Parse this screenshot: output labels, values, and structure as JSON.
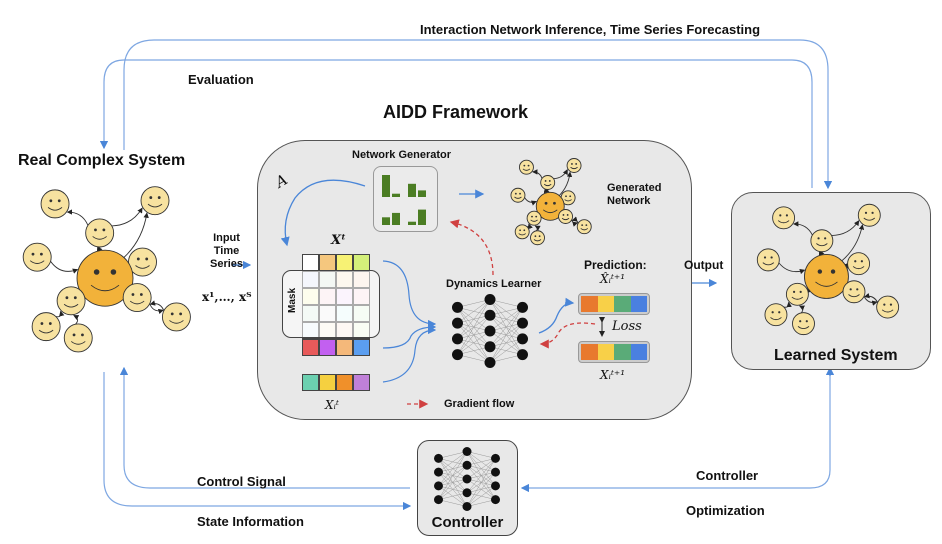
{
  "labels": {
    "top_flow": "Interaction Network Inference, Time Series Forecasting",
    "evaluation": "Evaluation",
    "framework_title": "AIDD Framework",
    "real_system": "Real Complex System",
    "input_time_series": [
      "Input",
      "Time",
      "Series"
    ],
    "input_sequence": "x¹,…, xᵀ",
    "network_generator": "Network Generator",
    "adjacency_symbol": "A",
    "generated_network": [
      "Generated",
      "Network"
    ],
    "state_matrix_symbol": "Xᵗ",
    "mask": "Mask",
    "node_state_symbol": "Xᵢᵗ",
    "dynamics_learner": "Dynamics Learner",
    "prediction": "Prediction:",
    "prediction_symbol": "X̂ᵢᵗ⁺¹",
    "loss": "Loss",
    "target_symbol": "Xᵢᵗ⁺¹",
    "gradient_flow": "Gradient flow",
    "output": "Output",
    "learned_system": "Learned System",
    "control_signal": "Control Signal",
    "state_information": "State Information",
    "controller": "Controller",
    "controller_flow": "Controller",
    "optimization": "Optimization"
  },
  "colors": {
    "arrow_blue": "#4a86d8",
    "gradient_red": "#d04040",
    "panel_gray": "#e8e8e8",
    "face_light": "#f7e2a0",
    "face_hub": "#f2b23a",
    "bar_green": "#4b7d23"
  },
  "matrix": {
    "top_row": [
      "#ffffff",
      "#f5c77e",
      "#f7f274",
      "#d4f07a"
    ],
    "masked_rows": [
      [
        "#e6eaf8",
        "#e6f0e6",
        "#fbf0dc",
        "#fbe9dc"
      ],
      [
        "#fbfbd8",
        "#fbe6ea",
        "#f6e6fb",
        "#fbe6ec"
      ],
      [
        "#e6f3ea",
        "#f3f3f3",
        "#e8fbfb",
        "#eaf8e8"
      ],
      [
        "#eef5fb",
        "#fbf5e8",
        "#fbefe6",
        "#f1fbe6"
      ]
    ],
    "bottom_row": [
      "#e85a5a",
      "#c260f0",
      "#f4b87a",
      "#5b9ef0"
    ],
    "node_row": [
      "#6bd0b0",
      "#f5d040",
      "#f0902a",
      "#c080d8"
    ]
  },
  "prediction_bar": [
    "#e8792e",
    "#f8d048",
    "#5aab78",
    "#4a80e0"
  ],
  "target_bar": [
    "#e8792e",
    "#f8d048",
    "#5aab78",
    "#4a80e0"
  ],
  "generator_bars": [
    [
      1.0,
      0.15
    ],
    [
      0.6,
      0.3
    ],
    [
      0.35,
      0.55
    ],
    [
      0.15,
      0.7
    ]
  ]
}
